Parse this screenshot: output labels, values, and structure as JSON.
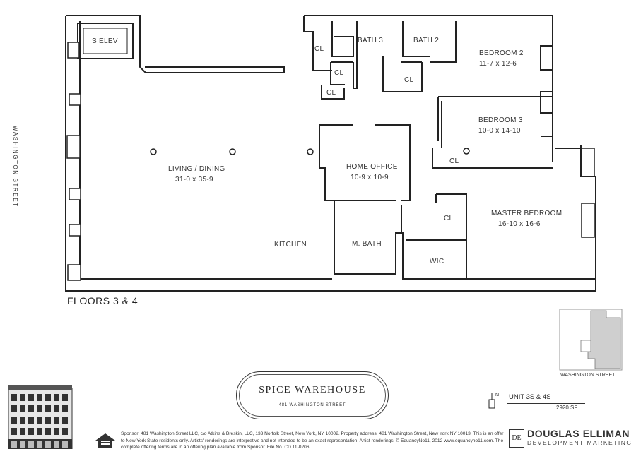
{
  "floorplan": {
    "rooms": {
      "elevator": "S ELEV",
      "bath3": "BATH 3",
      "bath2": "BATH 2",
      "bedroom2_name": "BEDROOM 2",
      "bedroom2_dims": "11-7 x 12-6",
      "bedroom3_name": "BEDROOM 3",
      "bedroom3_dims": "10-0 x 14-10",
      "living_name": "LIVING / DINING",
      "living_dims": "31-0 x 35-9",
      "office_name": "HOME OFFICE",
      "office_dims": "10-9 x 10-9",
      "master_name": "MASTER BEDROOM",
      "master_dims": "16-10 x 16-6",
      "kitchen": "KITCHEN",
      "mbath": "M. BATH",
      "wic": "WIC",
      "closet": "CL"
    },
    "street_side": "WASHINGTON STREET",
    "floors_label": "FLOORS 3 & 4"
  },
  "key_plan": {
    "street": "WASHINGTON STREET"
  },
  "building": {
    "name": "SPICE WAREHOUSE",
    "address": "481 WASHINGTON STREET"
  },
  "unit": {
    "label": "UNIT 3S & 4S",
    "area": "2920 SF",
    "north": "N"
  },
  "disclaimer": "Sponsor: 481 Washington Street LLC, c/o Atkins & Breskin, LLC, 133 Norfolk Street, New York, NY 10002. Property address: 481 Washington Street, New York NY 10013. This is an offer to New York State residents only. Artists' renderings are interpretive and not intended to be an exact representation. Artist renderings: © EquancyNo11, 2012 www.equancyno11.com. The complete offering terms are in an offering plan available from Sponsor. File No. CD 11-0206",
  "branding": {
    "mark": "DE",
    "name": "DOUGLAS ELLIMAN",
    "tagline": "DEVELOPMENT MARKETING"
  },
  "colors": {
    "line": "#222222",
    "key_fill": "#cfcfcf"
  }
}
